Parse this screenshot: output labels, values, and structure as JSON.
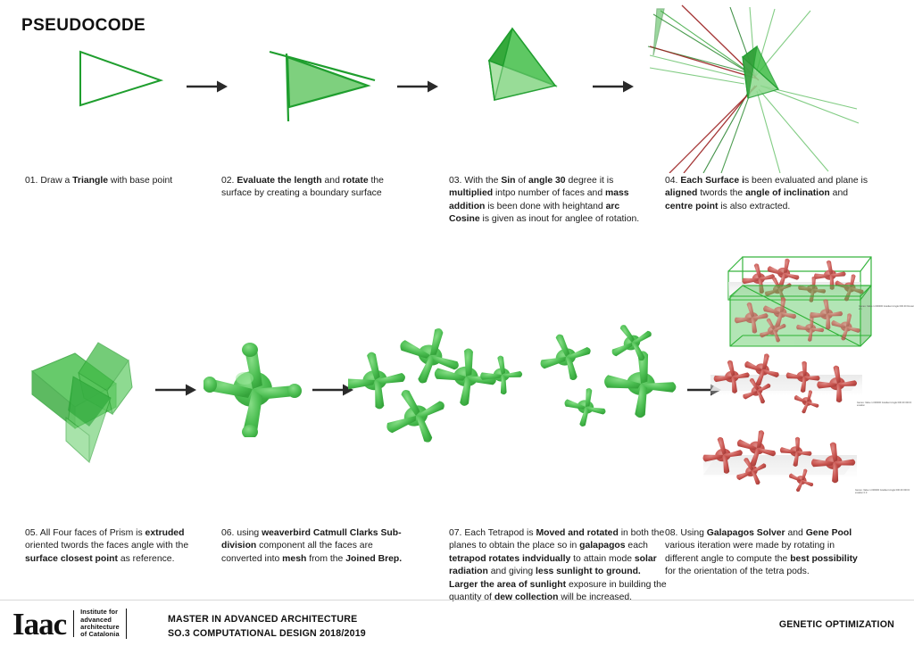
{
  "poster": {
    "title": "PSEUDOCODE"
  },
  "steps": [
    {
      "id": "step-01",
      "number": "01.",
      "figure": "triangle-outline",
      "text_runs": [
        {
          "t": "01. Draw a ",
          "b": false
        },
        {
          "t": "Triangle",
          "b": true
        },
        {
          "t": " with base point",
          "b": false
        }
      ]
    },
    {
      "id": "step-02",
      "number": "02.",
      "figure": "triangle-boundary-surface",
      "text_runs": [
        {
          "t": "02. ",
          "b": false
        },
        {
          "t": "Evaluate the length",
          "b": true
        },
        {
          "t": " and ",
          "b": false
        },
        {
          "t": "rotate",
          "b": true
        },
        {
          "t": " the surface by creating a boundary surface",
          "b": false
        }
      ]
    },
    {
      "id": "step-03",
      "number": "03.",
      "figure": "tetrahedron",
      "text_runs": [
        {
          "t": "03. With the ",
          "b": false
        },
        {
          "t": "Sin",
          "b": true
        },
        {
          "t": " of ",
          "b": false
        },
        {
          "t": "angle 30",
          "b": true
        },
        {
          "t": " degree it is ",
          "b": false
        },
        {
          "t": "multiplied",
          "b": true
        },
        {
          "t": " intpo number of faces and ",
          "b": false
        },
        {
          "t": "mass addition",
          "b": true
        },
        {
          "t": " is been done with heightand ",
          "b": false
        },
        {
          "t": "arc Cosine",
          "b": true
        },
        {
          "t": " is given as inout for anglee of rotation.",
          "b": false
        }
      ]
    },
    {
      "id": "step-04",
      "number": "04.",
      "figure": "tetrahedron-vectors",
      "text_runs": [
        {
          "t": "04. ",
          "b": false
        },
        {
          "t": "Each Surface i",
          "b": true
        },
        {
          "t": "s been evaluated and plane is ",
          "b": false
        },
        {
          "t": "aligned",
          "b": true
        },
        {
          "t": " twords the ",
          "b": false
        },
        {
          "t": "angle of inclination",
          "b": true
        },
        {
          "t": " and ",
          "b": false
        },
        {
          "t": "centre point",
          "b": true
        },
        {
          "t": " is also extracted.",
          "b": false
        }
      ]
    },
    {
      "id": "step-05",
      "number": "05.",
      "figure": "extruded-prism-faces",
      "text_runs": [
        {
          "t": "05. All Four faces of Prism is ",
          "b": false
        },
        {
          "t": "extruded",
          "b": true
        },
        {
          "t": " oriented twords the faces angle with the ",
          "b": false
        },
        {
          "t": "surface closest point",
          "b": true
        },
        {
          "t": " as reference.",
          "b": false
        }
      ]
    },
    {
      "id": "step-06",
      "number": "06.",
      "figure": "tetrapod-mesh",
      "text_runs": [
        {
          "t": "06. using ",
          "b": false
        },
        {
          "t": "weaverbird Catmull Clarks Sub-division",
          "b": true
        },
        {
          "t": " component all the faces are converted into ",
          "b": false
        },
        {
          "t": "mesh",
          "b": true
        },
        {
          "t": " from the ",
          "b": false
        },
        {
          "t": "Joined Brep.",
          "b": true
        }
      ]
    },
    {
      "id": "step-07",
      "number": "07.",
      "figure": "tetrapod-cluster",
      "text_runs": [
        {
          "t": "07. Each Tetrapod is ",
          "b": false
        },
        {
          "t": "Moved and rotated",
          "b": true
        },
        {
          "t": " in both the planes to obtain the place so in ",
          "b": false
        },
        {
          "t": "galapagos",
          "b": true
        },
        {
          "t": " each ",
          "b": false
        },
        {
          "t": "tetrapod rotates indvidually",
          "b": true
        },
        {
          "t": " to attain mode ",
          "b": false
        },
        {
          "t": "solar radiation",
          "b": true
        },
        {
          "t": " and giving ",
          "b": false
        },
        {
          "t": "less sunlight to ground. Larger the area of sunlight",
          "b": true
        },
        {
          "t": " exposure in building the quantity of ",
          "b": false
        },
        {
          "t": "dew collection",
          "b": true
        },
        {
          "t": " will be increased.",
          "b": false
        }
      ]
    },
    {
      "id": "step-08",
      "number": "08.",
      "figure": "galapagos-iterations",
      "text_runs": [
        {
          "t": "08. Using ",
          "b": false
        },
        {
          "t": "Galapagos Solver",
          "b": true
        },
        {
          "t": " and ",
          "b": false
        },
        {
          "t": "Gene Pool",
          "b": true
        },
        {
          "t": " various iteration were made by rotating in different angle to compute the ",
          "b": false
        },
        {
          "t": "best possibility",
          "b": true
        },
        {
          "t": " for the orientation of the tetra pods.",
          "b": false
        }
      ]
    }
  ],
  "footer": {
    "logo_mark": "Iaac",
    "logo_subtitle_lines": [
      "Institute for",
      "advanced",
      "architecture",
      "of Catalonia"
    ],
    "program_line1": "MASTER IN ADVANCED ARCHITECTURE",
    "program_line2": "SO.3 COMPUTATIONAL DESIGN 2018/2019",
    "project_title": "GENETIC OPTIMIZATION"
  },
  "colors": {
    "green_stroke": "#1f9e2e",
    "green_fill": "#55c45a",
    "green_light": "#9fe09f",
    "red_pod": "#c9544f",
    "arrow": "#2a2a2a",
    "text": "#1a1a1a"
  },
  "micro_notes": {
    "note_upper": "Genes: Value 1.000000 Gradient Angle 000.00 Deviation",
    "note_mid": "Genes: Value 1.000000 Gradient Angle 000.00 000 Deviation",
    "note_lower": "Genes: Value 1.000000 Gradient Angle 000.00 000 Deviation 0.0"
  }
}
